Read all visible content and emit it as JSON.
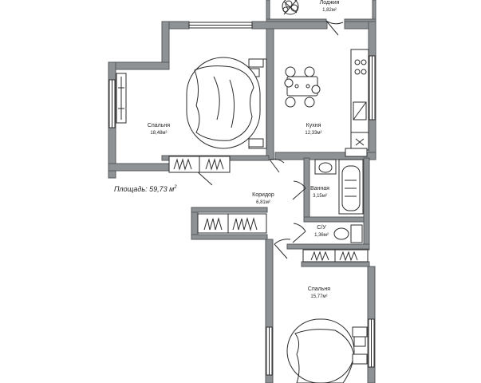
{
  "plan": {
    "total_area": "Площадь: 59,73 м",
    "total_area_sup": "2",
    "rooms": [
      {
        "key": "loggia",
        "name": "Лоджия",
        "area": "1,82м²"
      },
      {
        "key": "bedroom1",
        "name": "Спальня",
        "area": "18,48м²"
      },
      {
        "key": "kitchen",
        "name": "Кухня",
        "area": "12,33м²"
      },
      {
        "key": "corridor",
        "name": "Коридор",
        "area": "6,81м²"
      },
      {
        "key": "bathroom",
        "name": "Ванная",
        "area": "3,15м²"
      },
      {
        "key": "wc",
        "name": "С/У",
        "area": "1,36м²"
      },
      {
        "key": "bedroom2",
        "name": "Спальня",
        "area": "15,77м²"
      }
    ],
    "colors": {
      "wall": "#8f9295",
      "line": "#2b2b2b",
      "background": "#ffffff"
    }
  }
}
